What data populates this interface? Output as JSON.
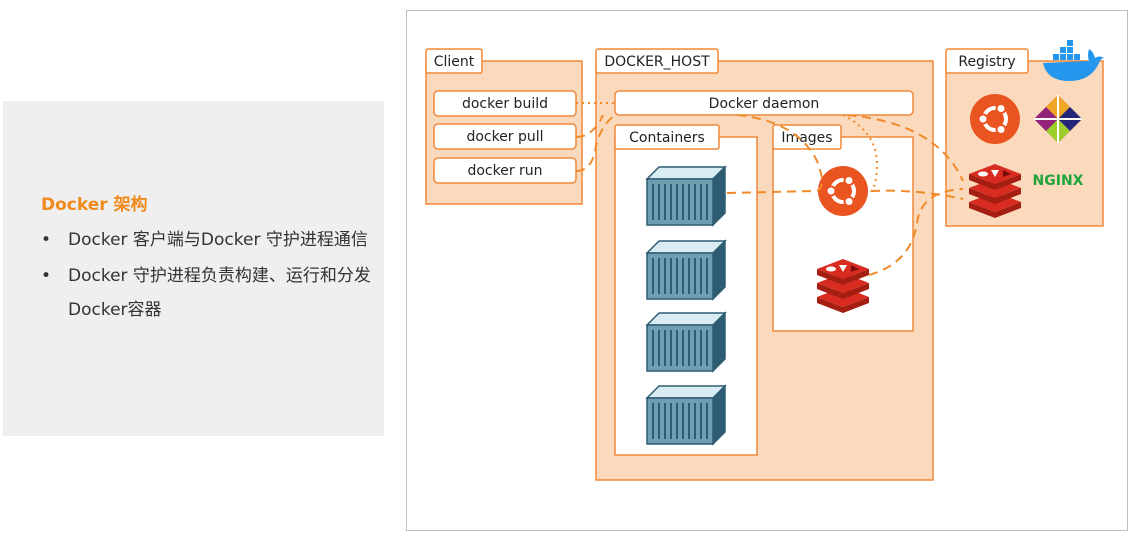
{
  "notes": {
    "title": "Docker 架构",
    "bullets": [
      "Docker 客户端与Docker 守护进程通信",
      "Docker 守护进程负责构建、运行和分发Docker容器"
    ]
  },
  "diagram": {
    "client": {
      "title": "Client",
      "commands": [
        "docker build",
        "docker pull",
        "docker run"
      ]
    },
    "host": {
      "title": "DOCKER_HOST",
      "daemon": "Docker daemon",
      "containers_title": "Containers",
      "images_title": "Images"
    },
    "registry": {
      "title": "Registry",
      "nginx_logo_text": "NGINX"
    }
  },
  "colors": {
    "accent": "#f08a1c",
    "region_fill": "#fbd9bc",
    "border": "#f0883a",
    "container": "#3f6f87",
    "ubuntu": "#e95420",
    "redis": "#d82c20",
    "nginx": "#1ea53a",
    "docker_whale": "#2496ed"
  }
}
